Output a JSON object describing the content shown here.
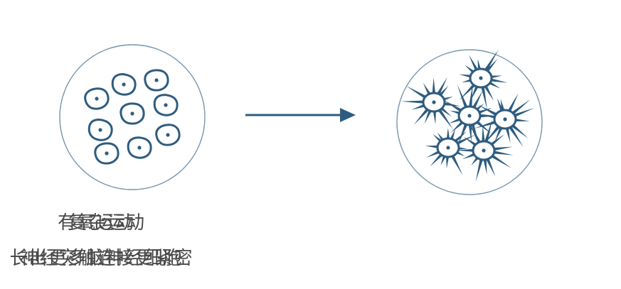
{
  "left": {
    "title": "有氧运动",
    "subtitle": "长出更多脑神经细胞"
  },
  "right": {
    "title": "复杂运动",
    "subtitle": "神经突触连接更紧密"
  },
  "colors": {
    "stroke": "#2e5c7f",
    "circle": "#6f8fa6",
    "text": "#4a4a4a"
  }
}
